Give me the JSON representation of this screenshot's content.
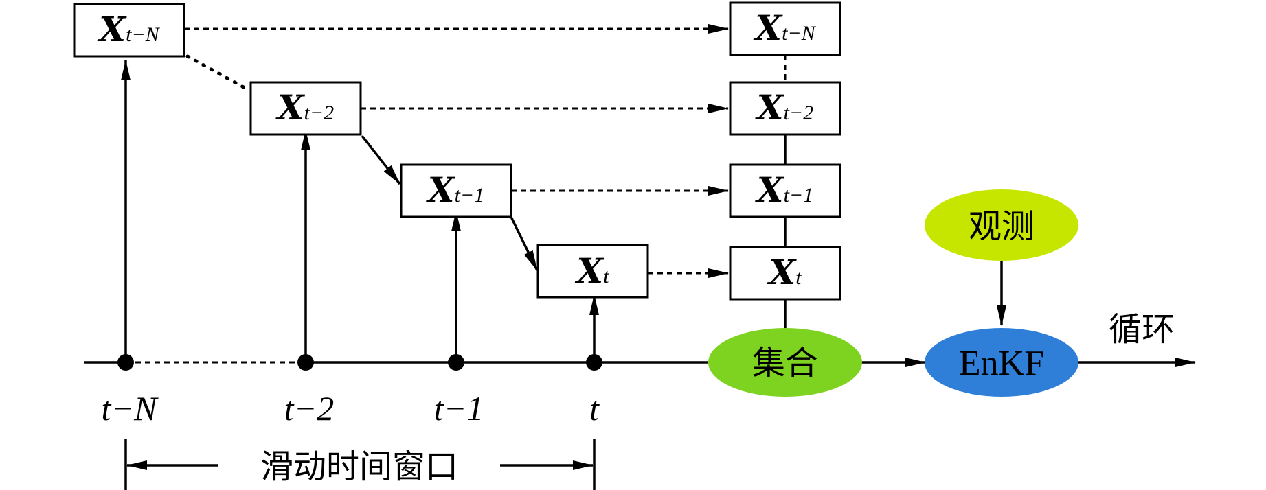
{
  "colors": {
    "ensemble_fill": "#7ed321",
    "observation_fill": "#c6e600",
    "enkf_fill": "#2f7fd8",
    "stroke": "#000000"
  },
  "state_symbol": "X",
  "states": [
    {
      "id": "tN",
      "sub": "t−N"
    },
    {
      "id": "t2",
      "sub": "t−2"
    },
    {
      "id": "t1",
      "sub": "t−1"
    },
    {
      "id": "t0",
      "sub": "t"
    }
  ],
  "ensemble_states": [
    {
      "id": "tN",
      "sub": "t−N"
    },
    {
      "id": "t2",
      "sub": "t−2"
    },
    {
      "id": "t1",
      "sub": "t−1"
    },
    {
      "id": "t0",
      "sub": "t"
    }
  ],
  "time_ticks": [
    {
      "id": "tN",
      "label": "t−N"
    },
    {
      "id": "t2",
      "label": "t−2"
    },
    {
      "id": "t1",
      "label": "t−1"
    },
    {
      "id": "t0",
      "label": "t"
    }
  ],
  "window_label": "滑动时间窗口",
  "ensemble_label": "集合",
  "observation_label": "观测",
  "enkf_label": "EnKF",
  "loop_label": "循环"
}
